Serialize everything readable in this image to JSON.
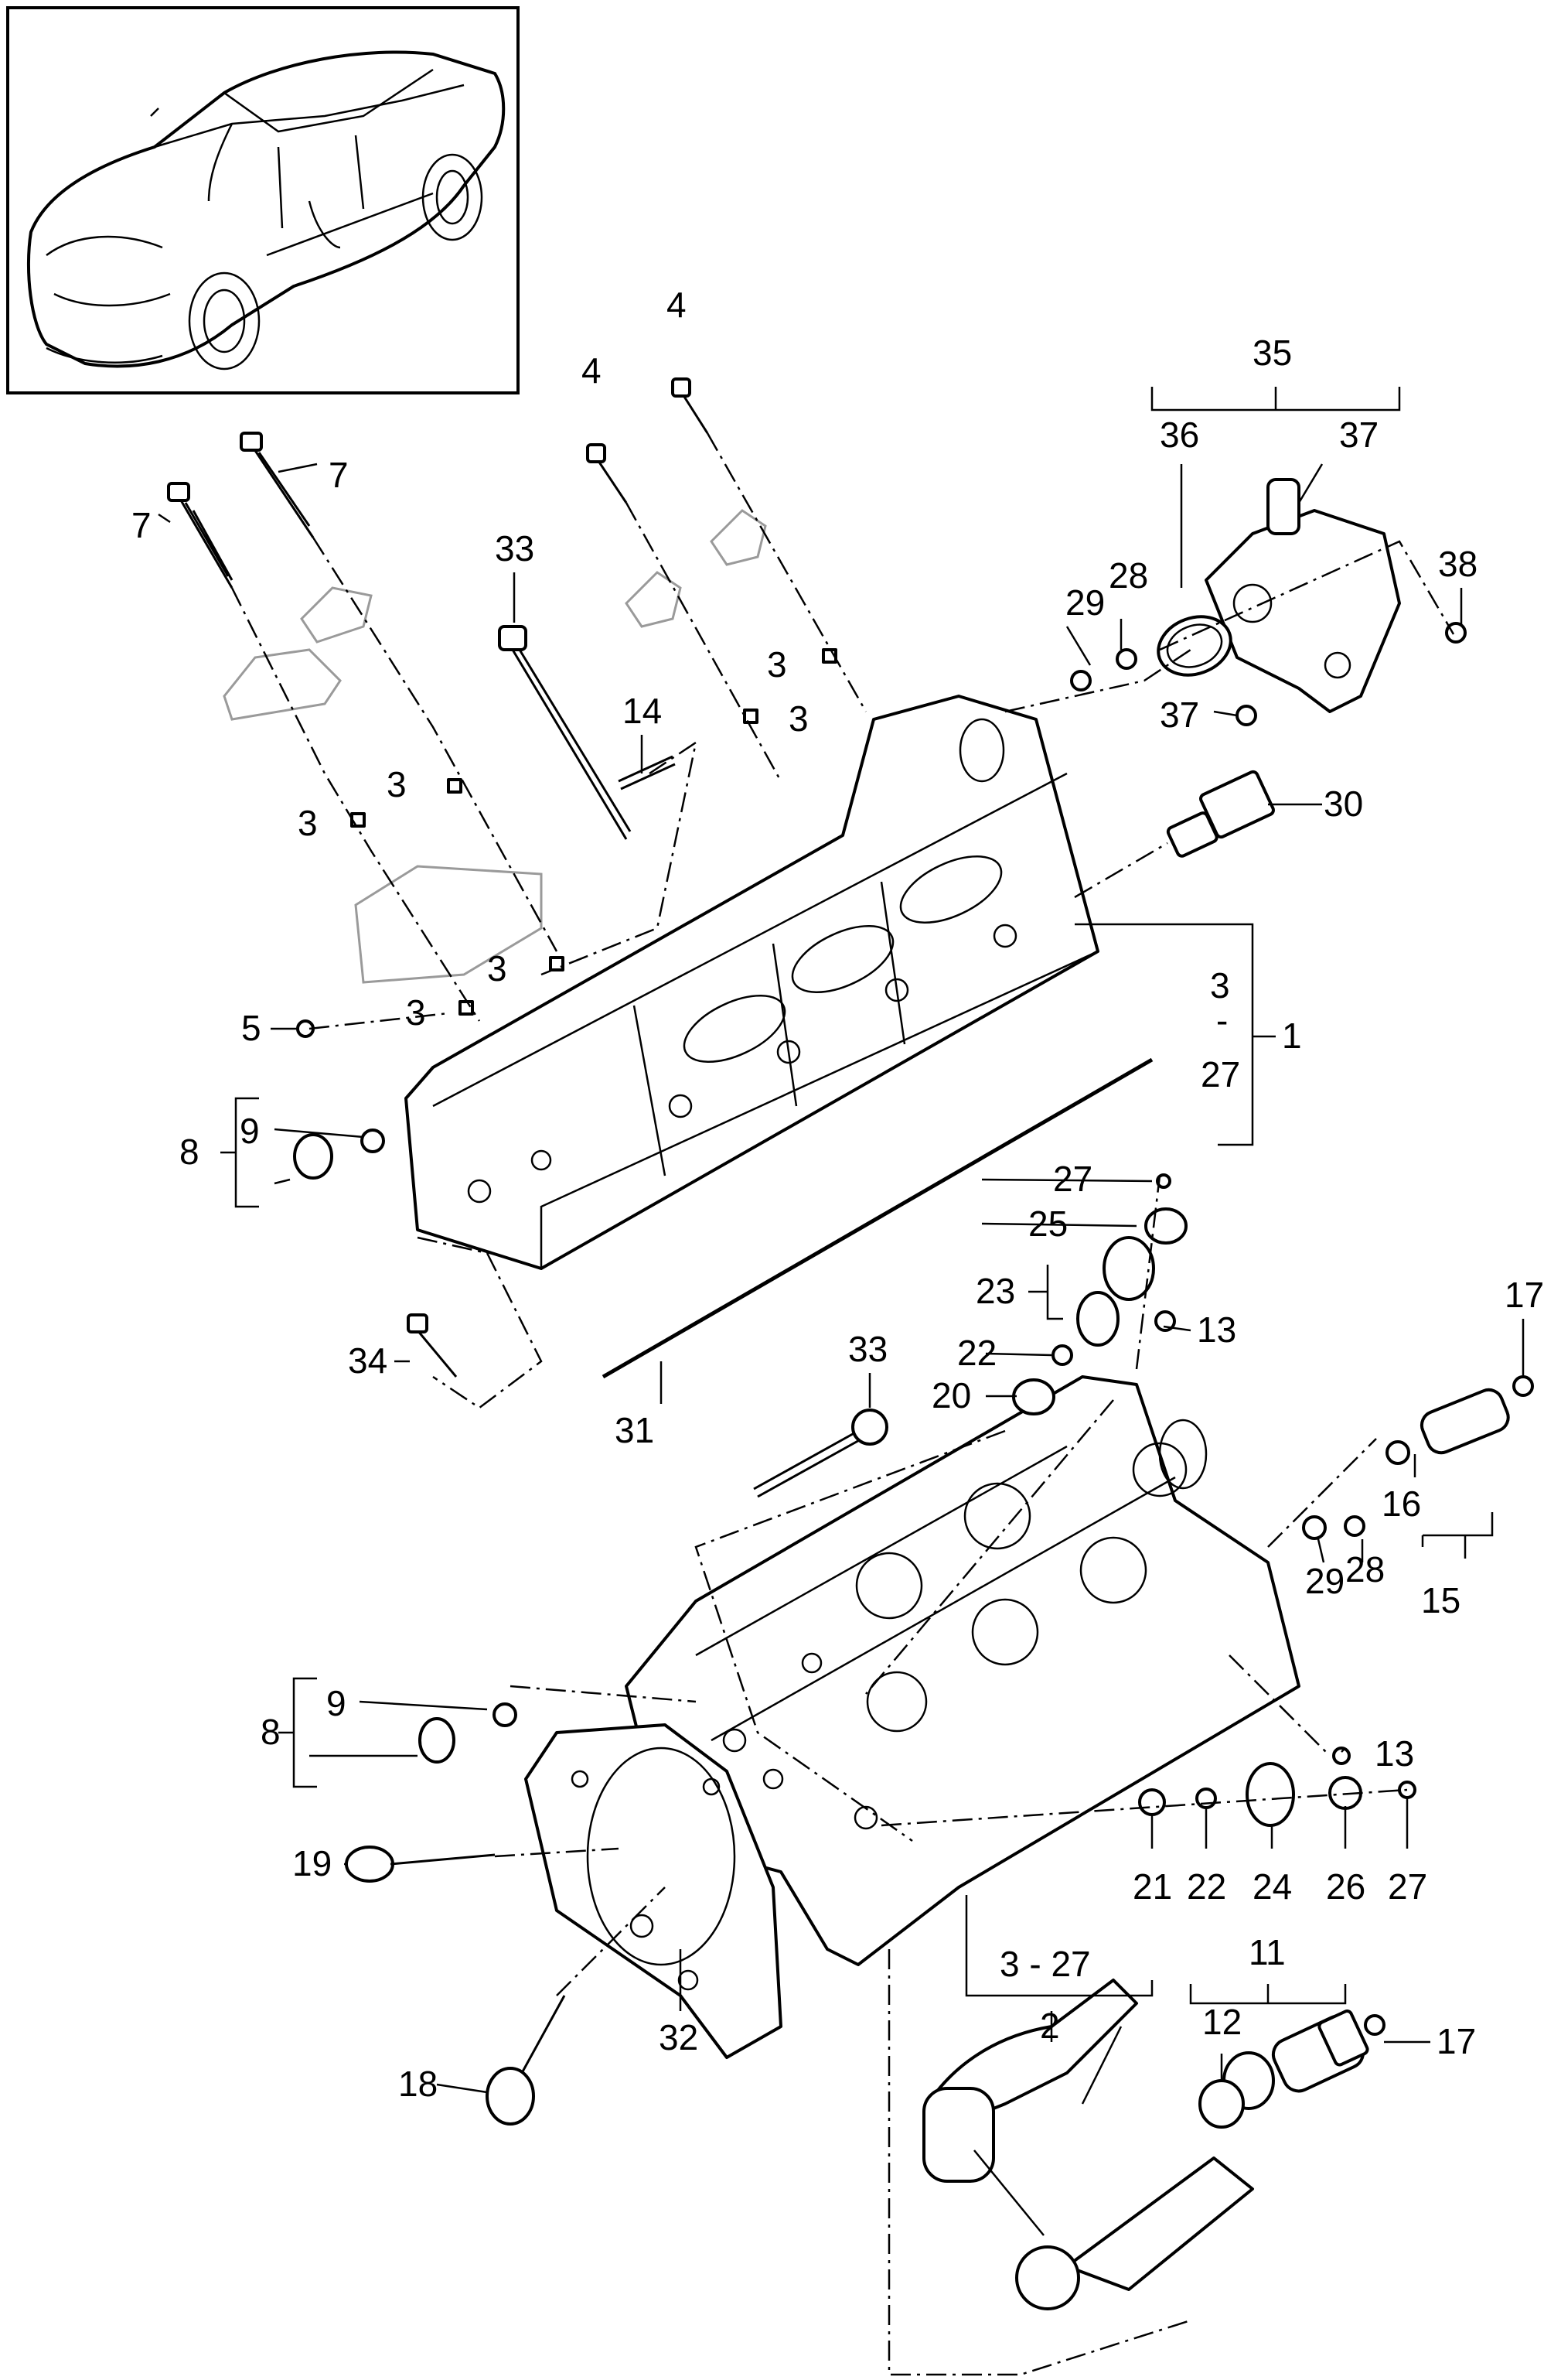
{
  "diagram": {
    "labels": {
      "p1": "1",
      "p2": "2",
      "p3_range_top": "3",
      "p3_range_mid": "-",
      "p3_range_bot": "27",
      "p3_range_lower": "3 - 27",
      "p4": "4",
      "p5": "5",
      "p7": "7",
      "p8": "8",
      "p9": "9",
      "p11": "11",
      "p12": "12",
      "p13": "13",
      "p14": "14",
      "p15": "15",
      "p16": "16",
      "p17": "17",
      "p18": "18",
      "p19": "19",
      "p20": "20",
      "p21": "21",
      "p22": "22",
      "p23": "23",
      "p24": "24",
      "p25": "25",
      "p26": "26",
      "p27": "27",
      "p28": "28",
      "p29": "29",
      "p30": "30",
      "p31": "31",
      "p32": "32",
      "p33": "33",
      "p34": "34",
      "p35": "35",
      "p36": "36",
      "p37": "37",
      "p38": "38"
    }
  }
}
